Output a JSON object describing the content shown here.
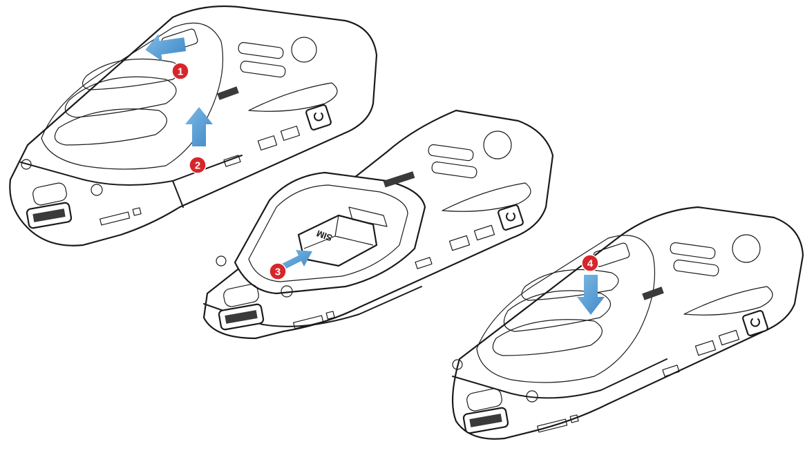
{
  "steps": [
    {
      "label": "1"
    },
    {
      "label": "2"
    },
    {
      "label": "3"
    },
    {
      "label": "4"
    }
  ],
  "sim_label": "SIM",
  "colors": {
    "badge": "#d7262b",
    "arrow": "#4f9bd6",
    "outline": "#1a1a1a"
  }
}
